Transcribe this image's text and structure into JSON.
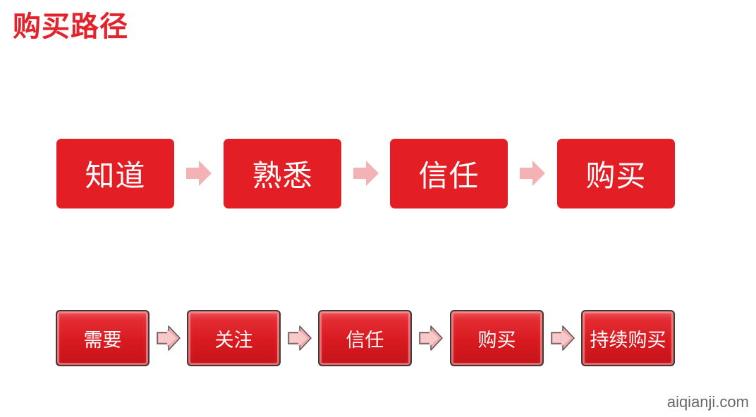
{
  "title": "购买路径",
  "row1": {
    "steps": [
      "知道",
      "熟悉",
      "信任",
      "购买"
    ]
  },
  "row2": {
    "steps": [
      "需要",
      "关注",
      "信任",
      "购买",
      "持续购买"
    ]
  },
  "watermark": "aiqianji.com",
  "colors": {
    "accent": "#e31e24",
    "title": "#e3232b",
    "arrow_row1": "#f4b2b4",
    "arrow_row2": "#f4a9ab"
  }
}
